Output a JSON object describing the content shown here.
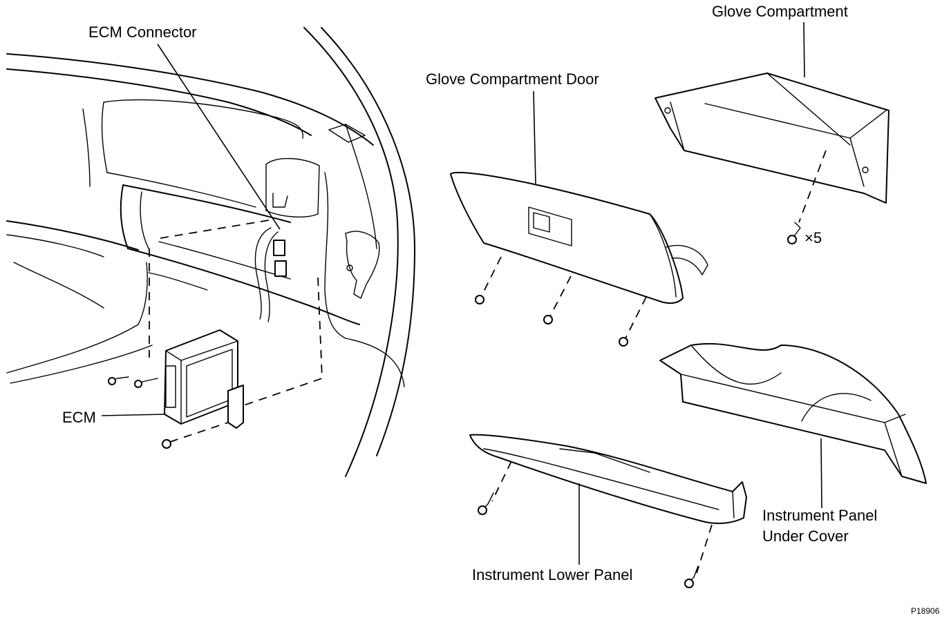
{
  "labels": {
    "ecm_connector": "ECM Connector",
    "glove_compartment": "Glove Compartment",
    "glove_compartment_door": "Glove Compartment Door",
    "times_five": "×5",
    "ecm": "ECM",
    "instrument_panel_under_cover_line1": "Instrument Panel",
    "instrument_panel_under_cover_line2": "Under Cover",
    "instrument_lower_panel": "Instrument Lower Panel",
    "figure_code": "P18906"
  }
}
